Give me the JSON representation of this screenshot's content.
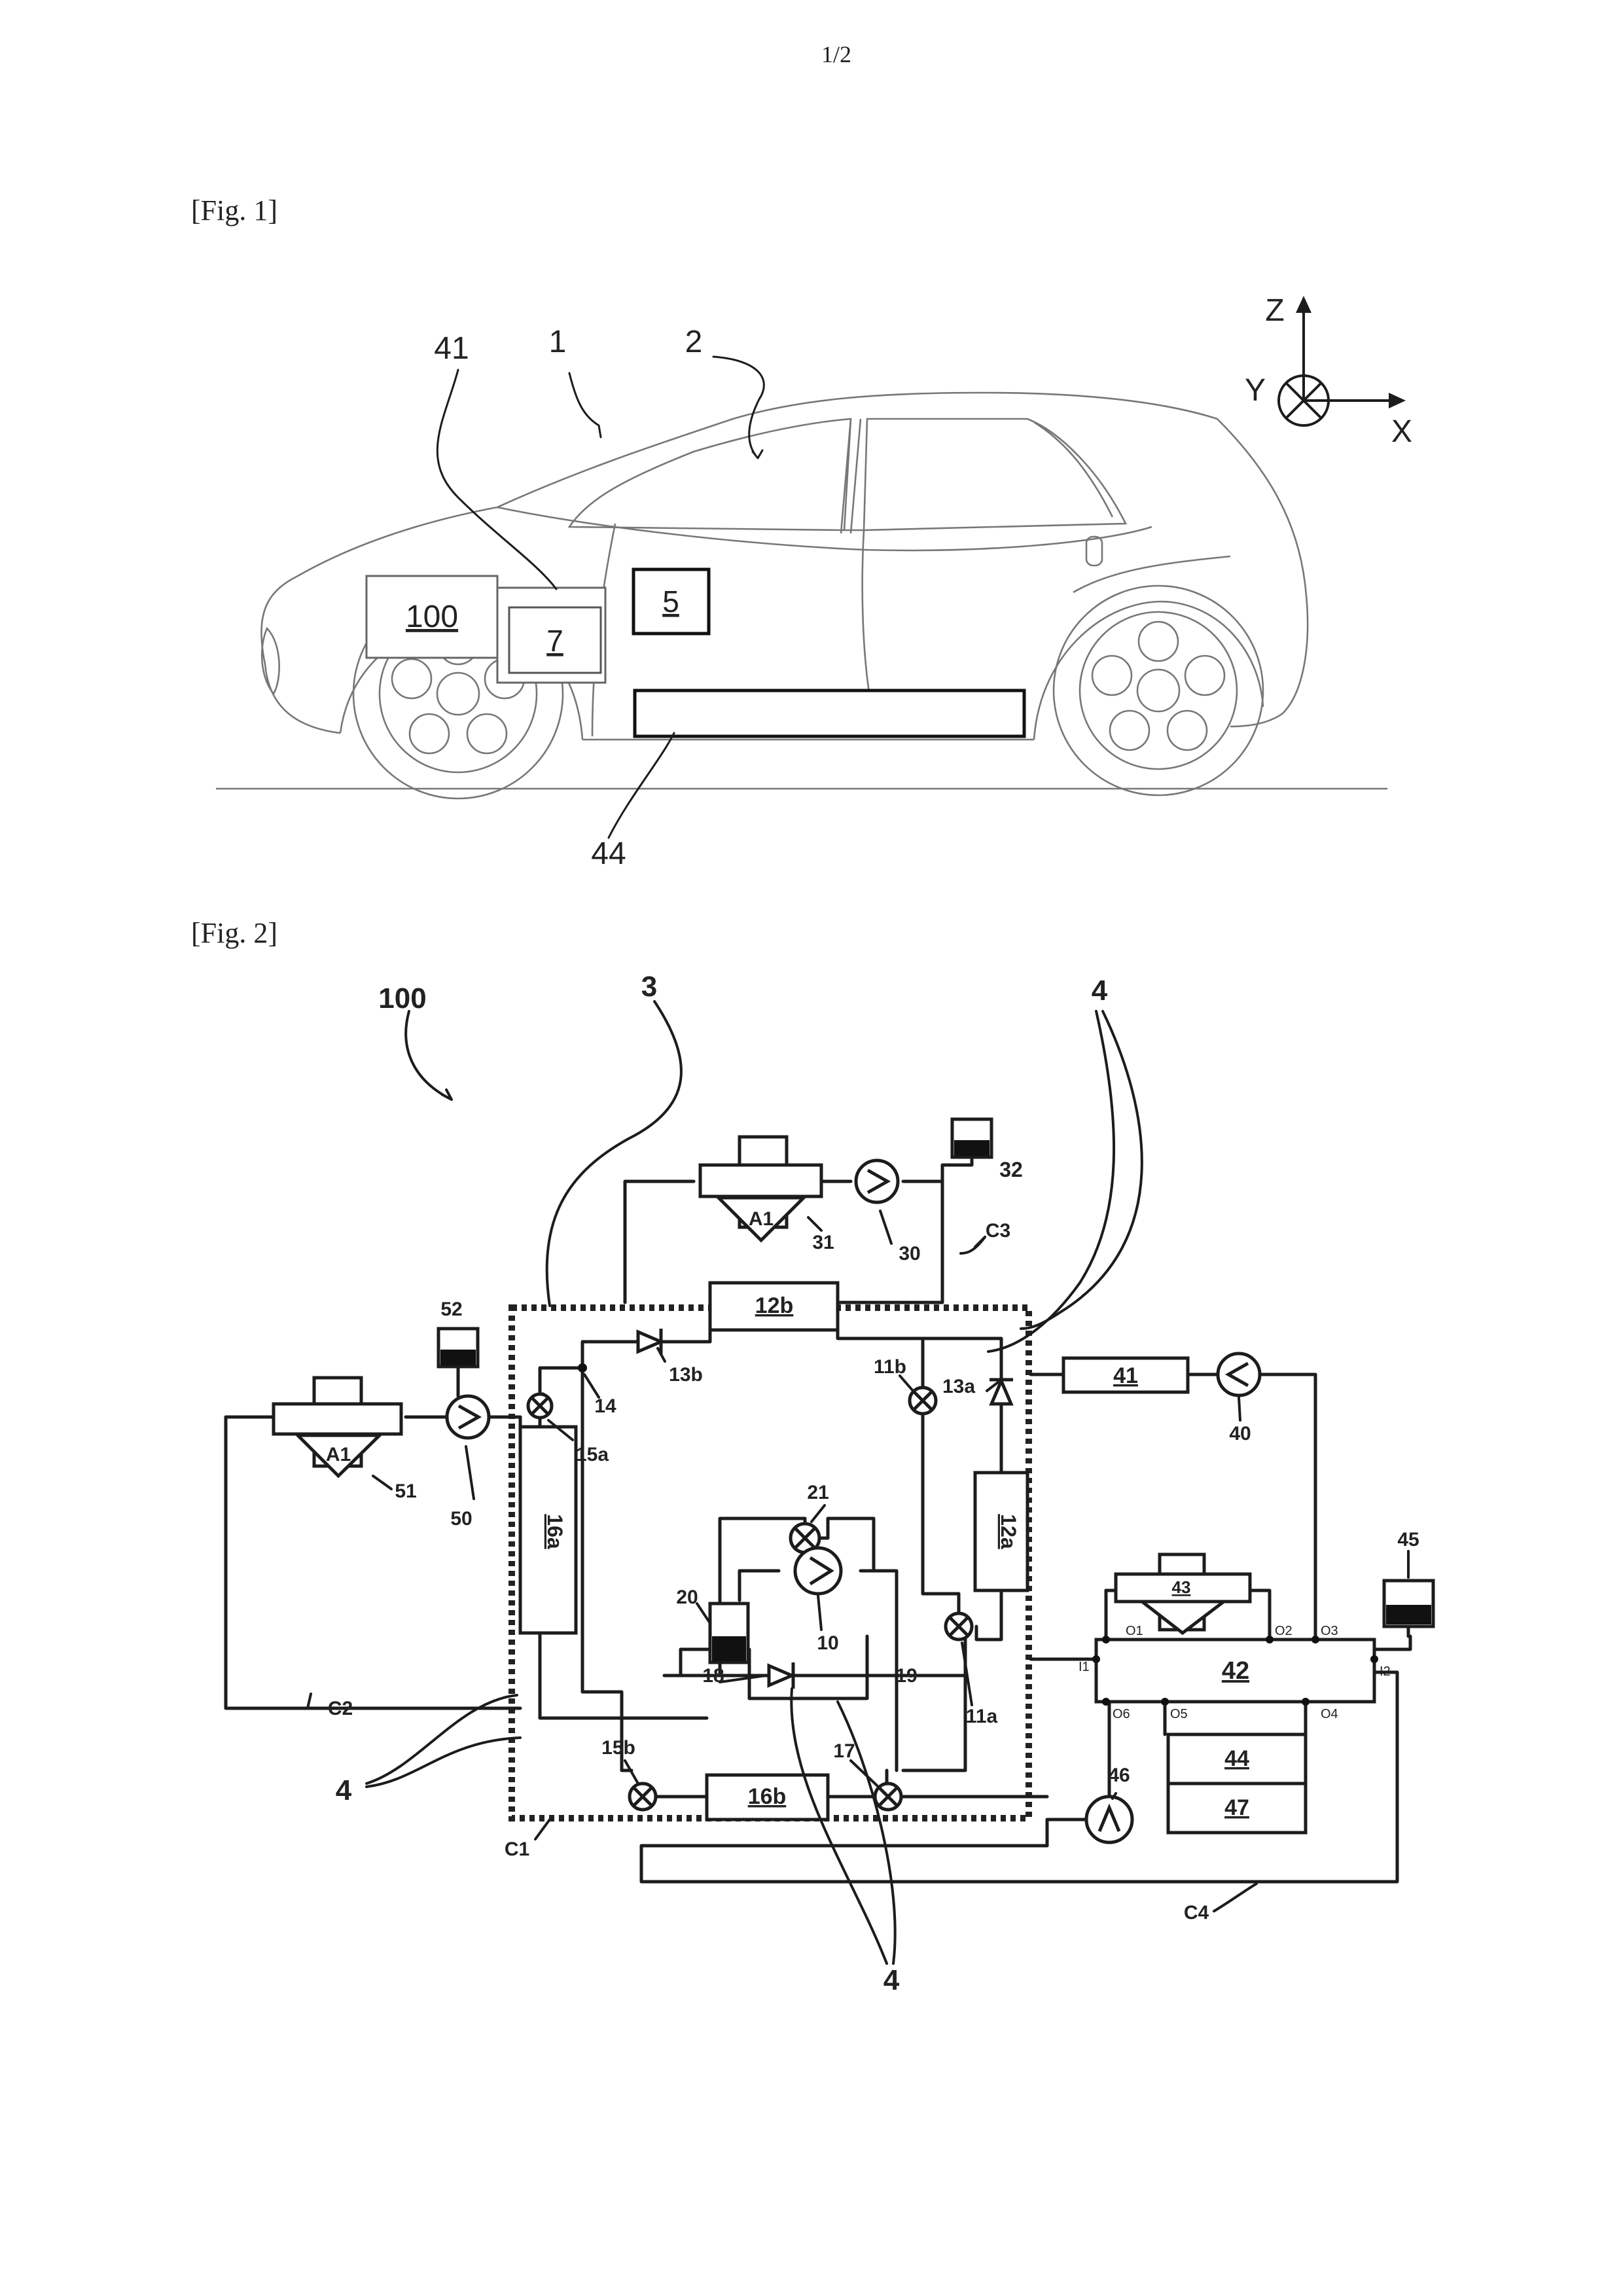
{
  "page": {
    "number": "1/2"
  },
  "fig1": {
    "caption": "[Fig. 1]",
    "refs": {
      "r41": "41",
      "r1": "1",
      "r2": "2",
      "r44": "44"
    },
    "boxes": {
      "b100": "100",
      "b7": "7",
      "b5": "5"
    },
    "axes": {
      "z": "Z",
      "y": "Y",
      "x": "X"
    }
  },
  "fig2": {
    "caption": "[Fig. 2]",
    "refs": {
      "r100": "100",
      "r3": "3",
      "r4_top": "4",
      "r4_left": "4",
      "r4_bottom": "4",
      "r32": "32",
      "r31": "31",
      "r30": "30",
      "rC3": "C3",
      "r52": "52",
      "r51": "51",
      "r50": "50",
      "r14": "14",
      "r13b": "13b",
      "r15a": "15a",
      "r13a": "13a",
      "r11b": "11b",
      "r21": "21",
      "r20": "20",
      "r10": "10",
      "r18": "18",
      "r19": "19",
      "r11a": "11a",
      "r15b": "15b",
      "r17": "17",
      "r46": "46",
      "r40": "40",
      "r45": "45",
      "rC1": "C1",
      "rC2": "C2",
      "rC4": "C4"
    },
    "boxes": {
      "b12b": "12b",
      "b16a": "16a",
      "b12a": "12a",
      "b16b": "16b",
      "b41": "41",
      "b42": "42",
      "b43": "43",
      "b44": "44",
      "b47": "47"
    },
    "heat_exchanger_symbol": "A1",
    "ports": {
      "o1": "O1",
      "o2": "O2",
      "o3": "O3",
      "o4": "O4",
      "o5": "O5",
      "o6": "O6",
      "i1": "I1",
      "i2": "I2"
    }
  }
}
